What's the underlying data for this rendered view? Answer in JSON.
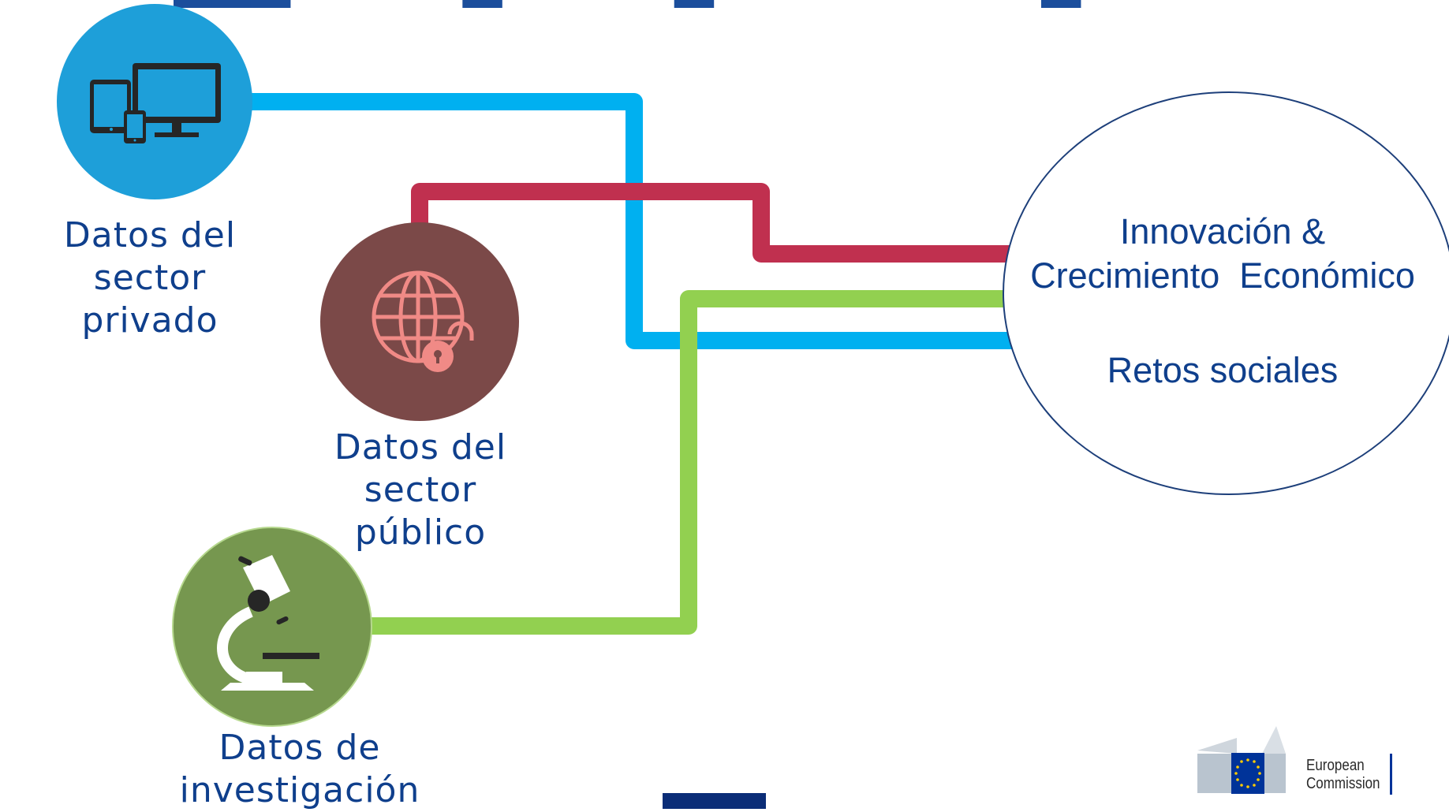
{
  "slide": {
    "title_fragment": "",
    "sources": [
      {
        "icon": "devices-icon",
        "lines": [
          "Datos del sector",
          "privado"
        ],
        "color": "#1e9fd9",
        "connector_color": "#00b0f0"
      },
      {
        "icon": "globe-lock-icon",
        "lines": [
          "Datos del sector",
          "público"
        ],
        "color": "#7b4948",
        "connector_color": "#c0304f"
      },
      {
        "icon": "microscope-icon",
        "lines": [
          "Datos de",
          "investigación"
        ],
        "color": "#76974f",
        "connector_color": "#92d050"
      }
    ],
    "goal": {
      "lines": [
        "Innovación &",
        "Crecimiento  Económico"
      ],
      "line2": "Retos sociales"
    },
    "logo": {
      "lines": [
        "European",
        "Commission"
      ]
    }
  }
}
